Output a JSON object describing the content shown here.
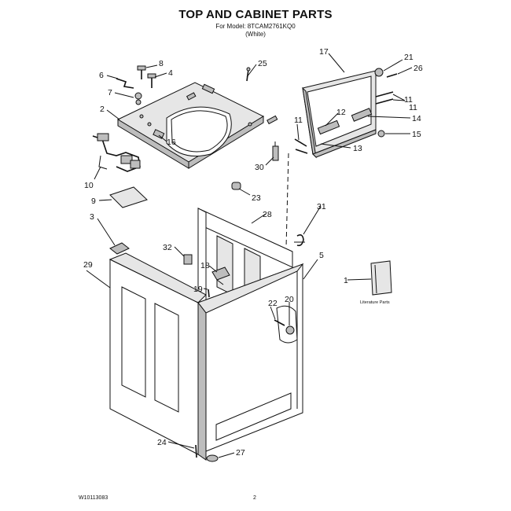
{
  "header": {
    "title": "TOP AND CABINET PARTS",
    "model_line": "For Model: 8TCAM2761KQ0",
    "color_line": "(White)"
  },
  "footer": {
    "doc_number": "W10113083",
    "page_number": "2"
  },
  "literature_label": "Literature Parts",
  "callouts": [
    {
      "id": "c1",
      "label": "1"
    },
    {
      "id": "c2",
      "label": "2"
    },
    {
      "id": "c3",
      "label": "3"
    },
    {
      "id": "c4",
      "label": "4"
    },
    {
      "id": "c5",
      "label": "5"
    },
    {
      "id": "c6",
      "label": "6"
    },
    {
      "id": "c7",
      "label": "7"
    },
    {
      "id": "c8",
      "label": "8"
    },
    {
      "id": "c9",
      "label": "9"
    },
    {
      "id": "c10",
      "label": "10"
    },
    {
      "id": "c11a",
      "label": "11"
    },
    {
      "id": "c11b",
      "label": "11"
    },
    {
      "id": "c11c",
      "label": "11"
    },
    {
      "id": "c12",
      "label": "12"
    },
    {
      "id": "c13",
      "label": "13"
    },
    {
      "id": "c14",
      "label": "14"
    },
    {
      "id": "c15",
      "label": "15"
    },
    {
      "id": "c16",
      "label": "16"
    },
    {
      "id": "c17",
      "label": "17"
    },
    {
      "id": "c18",
      "label": "18"
    },
    {
      "id": "c19",
      "label": "19"
    },
    {
      "id": "c20",
      "label": "20"
    },
    {
      "id": "c21",
      "label": "21"
    },
    {
      "id": "c22",
      "label": "22"
    },
    {
      "id": "c23",
      "label": "23"
    },
    {
      "id": "c24",
      "label": "24"
    },
    {
      "id": "c25",
      "label": "25"
    },
    {
      "id": "c26",
      "label": "26"
    },
    {
      "id": "c27",
      "label": "27"
    },
    {
      "id": "c28",
      "label": "28"
    },
    {
      "id": "c29",
      "label": "29"
    },
    {
      "id": "c30",
      "label": "30"
    },
    {
      "id": "c31",
      "label": "31"
    },
    {
      "id": "c32",
      "label": "32"
    }
  ]
}
